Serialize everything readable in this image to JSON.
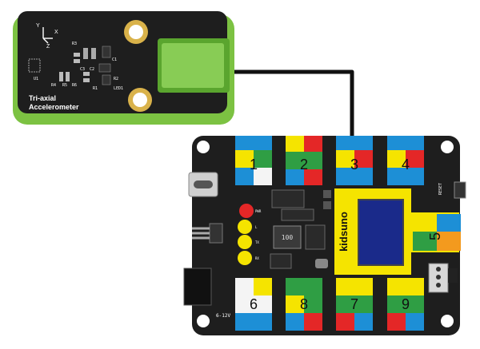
{
  "module": {
    "name_line1": "Tri-axial",
    "name_line2": "Accelerometer",
    "axis_x": "X",
    "axis_y": "Y",
    "axis_z": "Z",
    "silk": [
      "R3",
      "R4",
      "R5",
      "R6",
      "C1",
      "C2",
      "C3",
      "U1",
      "R1",
      "R2",
      "LED1"
    ]
  },
  "board": {
    "brand": "kidsuno",
    "ports": {
      "top": [
        "1",
        "2",
        "3",
        "4"
      ],
      "right": "5",
      "bottom": [
        "6",
        "8",
        "7",
        "9"
      ]
    },
    "inductor_label": "100",
    "power_label": "6-12V",
    "reset_label": "RESET",
    "led_labels": [
      "PWR",
      "L",
      "TX",
      "RX"
    ]
  },
  "colors": {
    "module_green": "#7cc242",
    "pcb_black": "#1e1e1e",
    "cable": "#111111",
    "yellow": "#f5e400",
    "red": "#e42727",
    "blue": "#1d8fd6",
    "green": "#2f9e44",
    "white": "#f4f4f4",
    "orange": "#f39a1e"
  }
}
